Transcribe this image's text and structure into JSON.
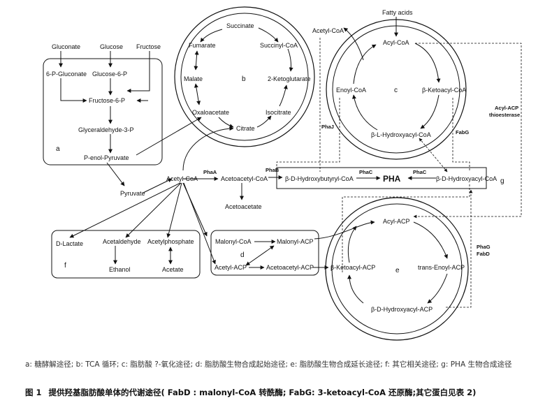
{
  "nodes": {
    "gluconate": "Gluconate",
    "glucose": "Glucose",
    "fructose": "Fructose",
    "six_p_gluconate": "6-P-Gluconate",
    "glucose_6_p": "Glucose-6-P",
    "fructose_6_p": "Fructose-6-P",
    "glyceraldehyde_3_p": "Glyceraldehyde-3-P",
    "p_enol_pyruvate": "P-enol-Pyruvate",
    "pyruvate": "Pyruvate",
    "succinate": "Succinate",
    "fumarate": "Fumarate",
    "succinyl_coa": "Succinyl-CoA",
    "malate": "Malate",
    "ketoglutarate": "2-Ketoglutarate",
    "oxaloacetate": "Oxaloacetate",
    "isocitrate": "Isocitrate",
    "citrate": "Citrate",
    "acetyl_coa_top": "Acetyl-CoA",
    "fatty_acids": "Fatty acids",
    "acyl_coa": "Acyl-CoA",
    "enoyl_coa": "Enoyl-CoA",
    "ketoacyl_coa": "β-Ketoacyl-CoA",
    "l_hydroxyacyl_coa": "β-L-Hydroxyacyl-CoA",
    "acetyl_coa": "Acetyl-CoA",
    "acetoacetyl_coa": "Acetoacetyl-CoA",
    "acetoacetate": "Acetoacetate",
    "hydroxybutyryl_coa": "β-D-Hydroxybutyryl-CoA",
    "pha": "PHA",
    "d_hydroxyacyl_coa": "β-D-Hydroxyacyl-CoA",
    "d_lactate": "D-Lactate",
    "acetaldehyde": "Acetaldehyde",
    "acetylphosphate": "Acetylphosphate",
    "ethanol": "Ethanol",
    "acetate": "Acetate",
    "malonyl_coa": "Malonyl-CoA",
    "malonyl_acp": "Malonyl-ACP",
    "acetyl_acp": "Acetyl-ACP",
    "acetoacetyl_acp": "Acetoacetyl-ACP",
    "acyl_acp": "Acyl-ACP",
    "ketoacyl_acp": "β-Ketoacyl-ACP",
    "trans_enoyl_acp": "trans-Enoyl-ACP",
    "d_hydroxyacyl_acp": "β-D-Hydroxyacyl-ACP"
  },
  "enzymes": {
    "phaA": "PhaA",
    "phaB": "PhaB",
    "phaC_1": "PhaC",
    "phaC_2": "PhaC",
    "phaJ": "PhaJ",
    "fabG": "FabG",
    "acyl_acp_thioesterase_1": "Acyl-ACP",
    "acyl_acp_thioesterase_2": "thioesterase",
    "phaG": "PhaG",
    "fabD": "FabD"
  },
  "box_labels": {
    "a": "a",
    "b": "b",
    "c": "c",
    "d": "d",
    "e": "e",
    "f": "f",
    "g": "g"
  },
  "caption": {
    "legend": "a: 糖酵解途径; b: TCA 循环; c: 脂肪酸 ?-氧化途径; d: 脂肪酸生物合成起始途径; e: 脂肪酸生物合成延长途径; f: 其它相关途径; g: PHA 生物合成途径",
    "figure_number": "图 1",
    "title": "提供羟基脂肪酸单体的代谢途径( FabD : malonyl-CoA 转酰酶; FabG: 3-ketoacyl-CoA 还原酶;其它蛋白见表 2)"
  }
}
